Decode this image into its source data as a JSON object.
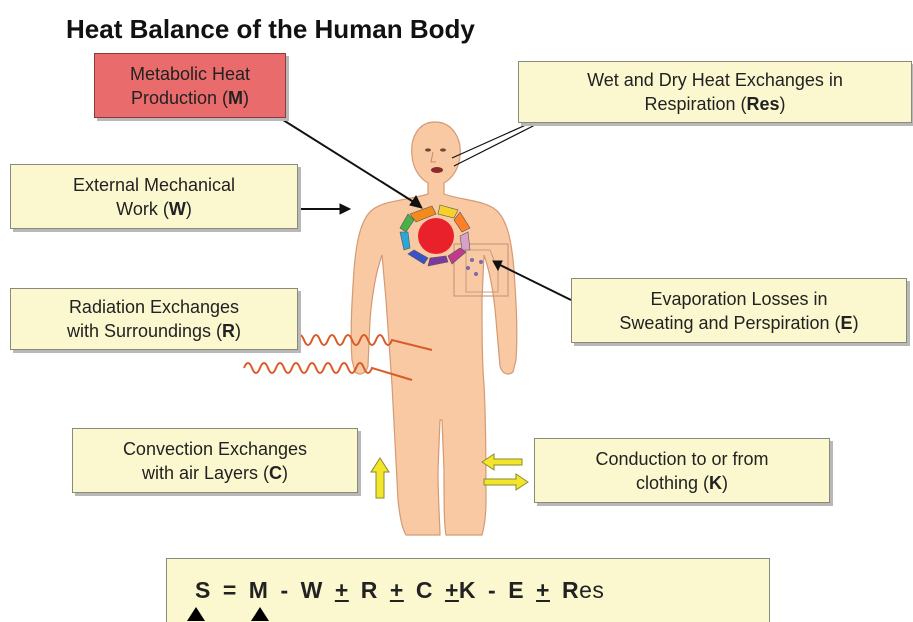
{
  "title": "Heat Balance of the Human Body",
  "labels": {
    "metabolic": {
      "line1": "Metabolic Heat",
      "line2_pre": "Production (",
      "code": "M",
      "line2_post": ")"
    },
    "respiration": {
      "line1": "Wet and Dry Heat Exchanges in",
      "line2_pre": "Respiration (",
      "code": "Res",
      "line2_post": ")"
    },
    "mechanical": {
      "line1": "External Mechanical",
      "line2_pre": "Work (",
      "code": "W",
      "line2_post": ")"
    },
    "evaporation": {
      "line1": "Evaporation Losses in",
      "line2_pre": "Sweating and Perspiration (",
      "code": "E",
      "line2_post": ")"
    },
    "radiation": {
      "line1": "Radiation Exchanges",
      "line2_pre": "with Surroundings (",
      "code": "R",
      "line2_post": ")"
    },
    "convection": {
      "line1": "Convection Exchanges",
      "line2_pre": "with air Layers (",
      "code": "C",
      "line2_post": ")"
    },
    "conduction": {
      "line1": "Conduction to or from",
      "line2_pre": "clothing (",
      "code": "K",
      "line2_post": ")"
    }
  },
  "equation": {
    "s": "S",
    "eq": "=",
    "m": "M",
    "minus1": "-",
    "w": "W",
    "pm1": "+",
    "r": "R",
    "pm2": "+",
    "c": "C",
    "pm3": "+",
    "k": "K",
    "minus2": "-",
    "e": "E",
    "pm4": "+",
    "res_bold": "R",
    "res_rest": "es"
  },
  "colors": {
    "box_fill": "#fbf8cf",
    "metabolic_fill": "#e96b6b",
    "skin": "#f8c9a2",
    "heart": "#e8212b",
    "radiation_wave": "#d95b2a",
    "arrow_yellow": "#f2e52a"
  }
}
